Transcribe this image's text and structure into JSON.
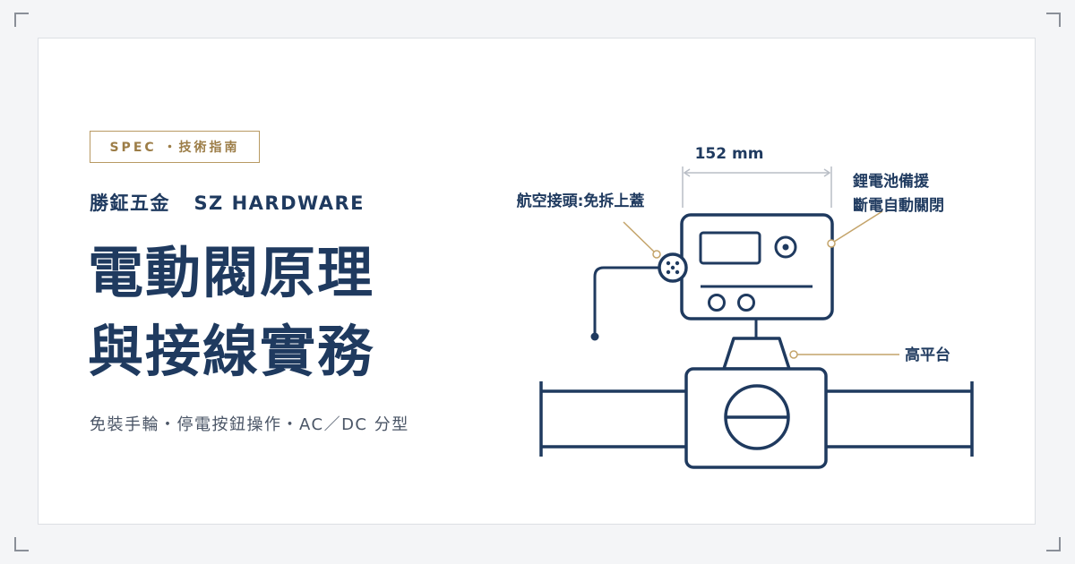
{
  "header": {
    "badge": "SPEC ・技術指南"
  },
  "brand": {
    "name": "勝鉦五金",
    "name_en": "SZ HARDWARE"
  },
  "title": {
    "line1": "電動閥原理",
    "line2": "與接線實務"
  },
  "subtitle": "免裝手輪・停電按鈕操作・AC／DC 分型",
  "diagram": {
    "dimension_label": "152 mm",
    "callout_connector": "航空接頭:免拆上蓋",
    "callout_battery_line1": "鋰電池備援",
    "callout_battery_line2": "斷電自動關閉",
    "callout_platform": "高平台"
  },
  "colors": {
    "navy": "#1f3a5f",
    "gold": "#c4a46a",
    "dim_gray": "#b9bec6"
  }
}
